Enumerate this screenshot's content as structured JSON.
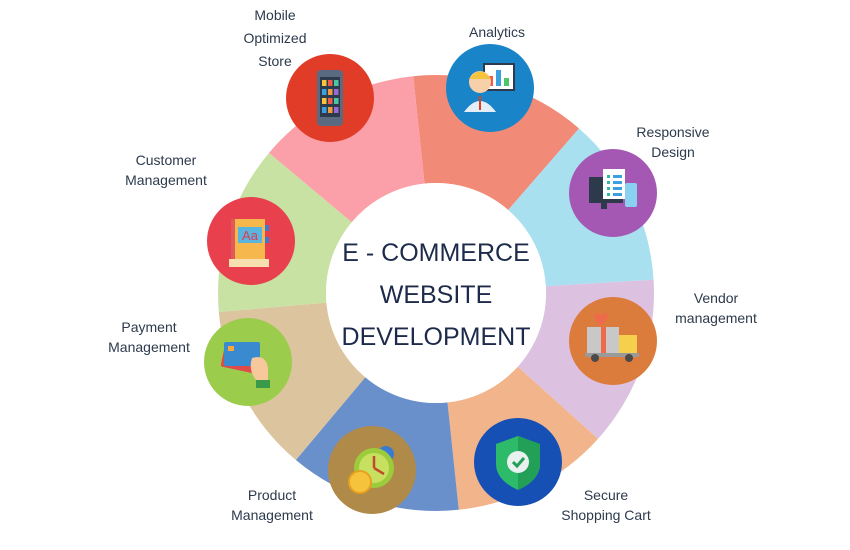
{
  "title": {
    "line1": "E - COMMERCE",
    "line2": "WEBSITE",
    "line3": "DEVELOPMENT"
  },
  "segments": [
    {
      "name": "mobile-optimized-store",
      "lines": [
        "Mobile",
        "Optimized",
        "Store"
      ],
      "color": "#f28a78",
      "icon_color": "#e03c28",
      "icon": "smartphone-icon"
    },
    {
      "name": "analytics",
      "lines": [
        "Analytics"
      ],
      "color": "#a9e0f0",
      "icon_color": "#1a84c8",
      "icon": "analyst-chart-icon"
    },
    {
      "name": "responsive-design",
      "lines": [
        "Responsive",
        "Design"
      ],
      "color": "#ddc1e0",
      "icon_color": "#a458b4",
      "icon": "devices-icon"
    },
    {
      "name": "vendor-management",
      "lines": [
        "Vendor",
        "management"
      ],
      "color": "#f2b48a",
      "icon_color": "#dc7c3c",
      "icon": "delivery-truck-icon"
    },
    {
      "name": "secure-shopping-cart",
      "lines": [
        "Secure",
        "Shopping Cart"
      ],
      "color": "#6a90cc",
      "icon_color": "#1650b4",
      "icon": "shield-check-icon"
    },
    {
      "name": "product-management",
      "lines": [
        "Product",
        "Management"
      ],
      "color": "#dcc49e",
      "icon_color": "#b08a48",
      "icon": "clock-coin-gear-icon"
    },
    {
      "name": "payment-management",
      "lines": [
        "Payment",
        "Management"
      ],
      "color": "#c8e2a4",
      "icon_color": "#9ccc4c",
      "icon": "credit-card-hand-icon"
    },
    {
      "name": "customer-management",
      "lines": [
        "Customer",
        "Management"
      ],
      "color": "#fba0a8",
      "icon_color": "#e8404c",
      "icon": "address-book-icon"
    }
  ]
}
